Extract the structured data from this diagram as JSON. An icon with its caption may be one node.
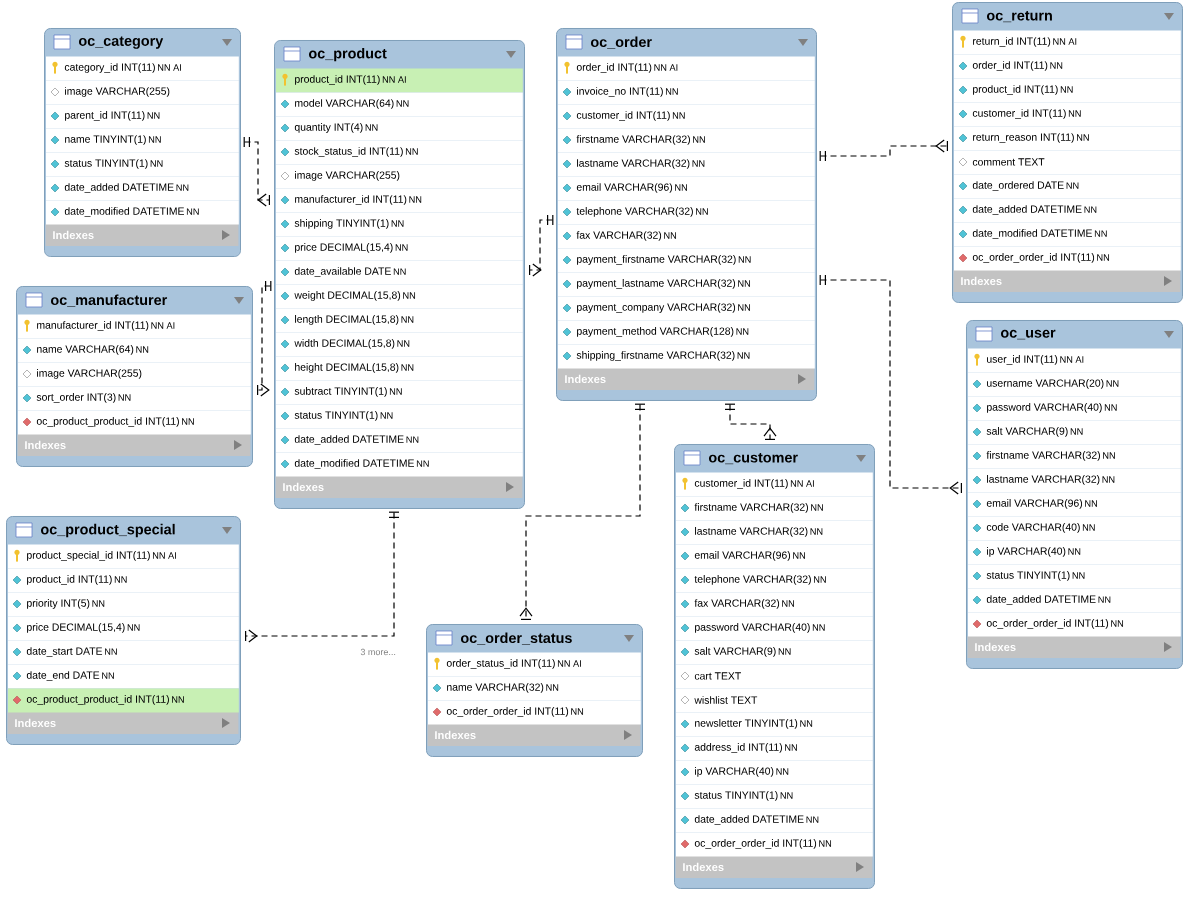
{
  "diagram": {
    "nodes": [
      {
        "text": [
          "oc_category",
          "Indexes"
        ]
      },
      {
        "text": [
          "category_id INT(11)",
          "NN AI"
        ],
        "in": 0
      },
      {
        "text": [
          "image VARCHAR(255)"
        ],
        "in": 0
      },
      {
        "text": [
          "parent_id INT(11)",
          "NN"
        ],
        "in": 0
      },
      {
        "text": [
          "name TINYINT(1)",
          "NN"
        ],
        "in": 0
      },
      {
        "text": [
          "status TINYINT(1)",
          "NN"
        ],
        "in": 0
      },
      {
        "text": [
          "date_added DATETIME",
          "NN"
        ],
        "in": 0
      },
      {
        "text": [
          "date_modified DATETIME",
          "NN"
        ],
        "in": 0
      },
      {
        "text": [
          "oc_product",
          "Indexes"
        ]
      },
      {
        "text": [
          "product_id INT(11)",
          "NN AI"
        ],
        "in": 8
      },
      {
        "text": [
          "model VARCHAR(64)",
          "NN"
        ],
        "in": 8
      },
      {
        "text": [
          "quantity INT(4)",
          "NN"
        ],
        "in": 8
      },
      {
        "text": [
          "stock_status_id INT(11)",
          "NN"
        ],
        "in": 8
      },
      {
        "text": [
          "image VARCHAR(255)"
        ],
        "in": 8
      },
      {
        "text": [
          "manufacturer_id INT(11)",
          "NN"
        ],
        "in": 8
      },
      {
        "text": [
          "shipping TINYINT(1)",
          "NN"
        ],
        "in": 8
      },
      {
        "text": [
          "price DECIMAL(15,4)",
          "NN"
        ],
        "in": 8
      },
      {
        "text": [
          "date_available DATE",
          "NN"
        ],
        "in": 8
      },
      {
        "text": [
          "weight DECIMAL(15,8)",
          "NN"
        ],
        "in": 8
      },
      {
        "text": [
          "length DECIMAL(15,8)",
          "NN"
        ],
        "in": 8
      },
      {
        "text": [
          "width DECIMAL(15,8)",
          "NN"
        ],
        "in": 8
      },
      {
        "text": [
          "height DECIMAL(15,8)",
          "NN"
        ],
        "in": 8
      },
      {
        "text": [
          "subtract TINYINT(1)",
          "NN"
        ],
        "in": 8
      },
      {
        "text": [
          "status TINYINT(1)",
          "NN"
        ],
        "in": 8
      },
      {
        "text": [
          "date_added DATETIME",
          "NN"
        ],
        "in": 8
      },
      {
        "text": [
          "date_modified DATETIME",
          "NN"
        ],
        "in": 8
      },
      {
        "text": [
          "oc_order",
          "Indexes"
        ]
      },
      {
        "text": [
          "order_id INT(11)",
          "NN AI"
        ],
        "in": 26
      },
      {
        "text": [
          "invoice_no INT(11)",
          "NN"
        ],
        "in": 26
      },
      {
        "text": [
          "customer_id INT(11)",
          "NN"
        ],
        "in": 26
      },
      {
        "text": [
          "firstname VARCHAR(32)",
          "NN"
        ],
        "in": 26
      },
      {
        "text": [
          "lastname VARCHAR(32)",
          "NN"
        ],
        "in": 26
      },
      {
        "text": [
          "email VARCHAR(96)",
          "NN"
        ],
        "in": 26
      },
      {
        "text": [
          "telephone VARCHAR(32)",
          "NN"
        ],
        "in": 26
      },
      {
        "text": [
          "fax VARCHAR(32)",
          "NN"
        ],
        "in": 26
      },
      {
        "text": [
          "payment_firstname VARCHAR(32)",
          "NN"
        ],
        "in": 26
      },
      {
        "text": [
          "payment_lastname VARCHAR(32)",
          "NN"
        ],
        "in": 26
      },
      {
        "text": [
          "payment_company VARCHAR(32)",
          "NN"
        ],
        "in": 26
      },
      {
        "text": [
          "payment_method VARCHAR(128)",
          "NN"
        ],
        "in": 26
      },
      {
        "text": [
          "shipping_firstname VARCHAR(32)",
          "NN"
        ],
        "in": 26
      },
      {
        "text": [
          "oc_return",
          "Indexes"
        ]
      },
      {
        "text": [
          "return_id INT(11)",
          "NN AI"
        ],
        "in": 40
      },
      {
        "text": [
          "order_id INT(11)",
          "NN"
        ],
        "in": 40
      },
      {
        "text": [
          "product_id INT(11)",
          "NN"
        ],
        "in": 40
      },
      {
        "text": [
          "customer_id INT(11)",
          "NN"
        ],
        "in": 40
      },
      {
        "text": [
          "return_reason INT(11)",
          "NN"
        ],
        "in": 40
      },
      {
        "text": [
          "comment TEXT"
        ],
        "in": 40
      },
      {
        "text": [
          "date_ordered DATE",
          "NN"
        ],
        "in": 40
      },
      {
        "text": [
          "date_added DATETIME",
          "NN"
        ],
        "in": 40
      },
      {
        "text": [
          "date_modified DATETIME",
          "NN"
        ],
        "in": 40
      },
      {
        "text": [
          "oc_order_order_id INT(11)",
          "NN"
        ],
        "in": 40
      },
      {
        "text": [
          "oc_manufacturer",
          "Indexes"
        ]
      },
      {
        "text": [
          "manufacturer_id INT(11)",
          "NN AI"
        ],
        "in": 51
      },
      {
        "text": [
          "name VARCHAR(64)",
          "NN"
        ],
        "in": 51
      },
      {
        "text": [
          "image VARCHAR(255)"
        ],
        "in": 51
      },
      {
        "text": [
          "sort_order INT(3)",
          "NN"
        ],
        "in": 51
      },
      {
        "text": [
          "oc_product_product_id INT(11)",
          "NN"
        ],
        "in": 51
      },
      {
        "text": [
          "oc_user",
          "Indexes"
        ]
      },
      {
        "text": [
          "user_id INT(11)",
          "NN AI"
        ],
        "in": 57
      },
      {
        "text": [
          "username VARCHAR(20)",
          "NN"
        ],
        "in": 57
      },
      {
        "text": [
          "password VARCHAR(40)",
          "NN"
        ],
        "in": 57
      },
      {
        "text": [
          "salt VARCHAR(9)",
          "NN"
        ],
        "in": 57
      },
      {
        "text": [
          "firstname VARCHAR(32)",
          "NN"
        ],
        "in": 57
      },
      {
        "text": [
          "lastname VARCHAR(32)",
          "NN"
        ],
        "in": 57
      },
      {
        "text": [
          "email VARCHAR(96)",
          "NN"
        ],
        "in": 57
      },
      {
        "text": [
          "code VARCHAR(40)",
          "NN"
        ],
        "in": 57
      },
      {
        "text": [
          "ip VARCHAR(40)",
          "NN"
        ],
        "in": 57
      },
      {
        "text": [
          "status TINYINT(1)",
          "NN"
        ],
        "in": 57
      },
      {
        "text": [
          "date_added DATETIME",
          "NN"
        ],
        "in": 57
      },
      {
        "text": [
          "oc_order_order_id INT(11)",
          "NN"
        ],
        "in": 57
      },
      {
        "text": [
          "oc_customer",
          "Indexes"
        ]
      },
      {
        "text": [
          "customer_id INT(11)",
          "NN AI"
        ],
        "in": 70
      },
      {
        "text": [
          "firstname VARCHAR(32)",
          "NN"
        ],
        "in": 70
      },
      {
        "text": [
          "lastname VARCHAR(32)",
          "NN"
        ],
        "in": 70
      },
      {
        "text": [
          "email VARCHAR(96)",
          "NN"
        ],
        "in": 70
      },
      {
        "text": [
          "telephone VARCHAR(32)",
          "NN"
        ],
        "in": 70
      },
      {
        "text": [
          "fax VARCHAR(32)",
          "NN"
        ],
        "in": 70
      },
      {
        "text": [
          "password VARCHAR(40)",
          "NN"
        ],
        "in": 70
      },
      {
        "text": [
          "salt VARCHAR(9)",
          "NN"
        ],
        "in": 70
      },
      {
        "text": [
          "cart TEXT"
        ],
        "in": 70
      },
      {
        "text": [
          "wishlist TEXT"
        ],
        "in": 70
      },
      {
        "text": [
          "newsletter TINYINT(1)",
          "NN"
        ],
        "in": 70
      },
      {
        "text": [
          "address_id INT(11)",
          "NN"
        ],
        "in": 70
      },
      {
        "text": [
          "ip VARCHAR(40)",
          "NN"
        ],
        "in": 70
      },
      {
        "text": [
          "status TINYINT(1)",
          "NN"
        ],
        "in": 70
      },
      {
        "text": [
          "date_added DATETIME",
          "NN"
        ],
        "in": 70
      },
      {
        "text": [
          "oc_order_order_id INT(11)",
          "NN"
        ],
        "in": 70
      },
      {
        "text": [
          "oc_product_special",
          "Indexes"
        ]
      },
      {
        "text": [
          "product_special_id INT(11)",
          "NN AI"
        ],
        "in": 87
      },
      {
        "text": [
          "product_id INT(11)",
          "NN"
        ],
        "in": 87
      },
      {
        "text": [
          "priority INT(5)",
          "NN"
        ],
        "in": 87
      },
      {
        "text": [
          "price DECIMAL(15,4)",
          "NN"
        ],
        "in": 87
      },
      {
        "text": [
          "date_start DATE",
          "NN"
        ],
        "in": 87
      },
      {
        "text": [
          "date_end DATE",
          "NN"
        ],
        "in": 87
      },
      {
        "text": [
          "oc_product_product_id INT(11)",
          "NN"
        ],
        "in": 87
      },
      {
        "text": [
          "oc_order_status",
          "Indexes"
        ]
      },
      {
        "text": [
          "order_status_id INT(11)",
          "NN AI"
        ],
        "in": 95
      },
      {
        "text": [
          "name VARCHAR(32)",
          "NN"
        ],
        "in": 95
      },
      {
        "text": [
          "oc_order_order_id INT(11)",
          "NN"
        ],
        "in": 95
      }
    ],
    "edges": [
      {
        "from": 0,
        "to": 8,
        "arrow": "other",
        "style": "dashed"
      },
      {
        "from": 8,
        "to": 51,
        "arrow": "other",
        "style": "dashed"
      },
      {
        "from": 26,
        "to": 8,
        "arrow": "other",
        "style": "dashed"
      },
      {
        "from": 8,
        "to": 87,
        "arrow": "other",
        "style": "dashed"
      },
      {
        "from": 26,
        "to": 95,
        "arrow": "other",
        "style": "dashed"
      },
      {
        "from": 26,
        "to": 70,
        "arrow": "other",
        "style": "dashed"
      },
      {
        "from": 26,
        "to": 40,
        "arrow": "other",
        "style": "dashed"
      },
      {
        "from": 26,
        "to": 57,
        "arrow": "other",
        "style": "dashed"
      }
    ],
    "labels": [
      "3 more..."
    ]
  }
}
